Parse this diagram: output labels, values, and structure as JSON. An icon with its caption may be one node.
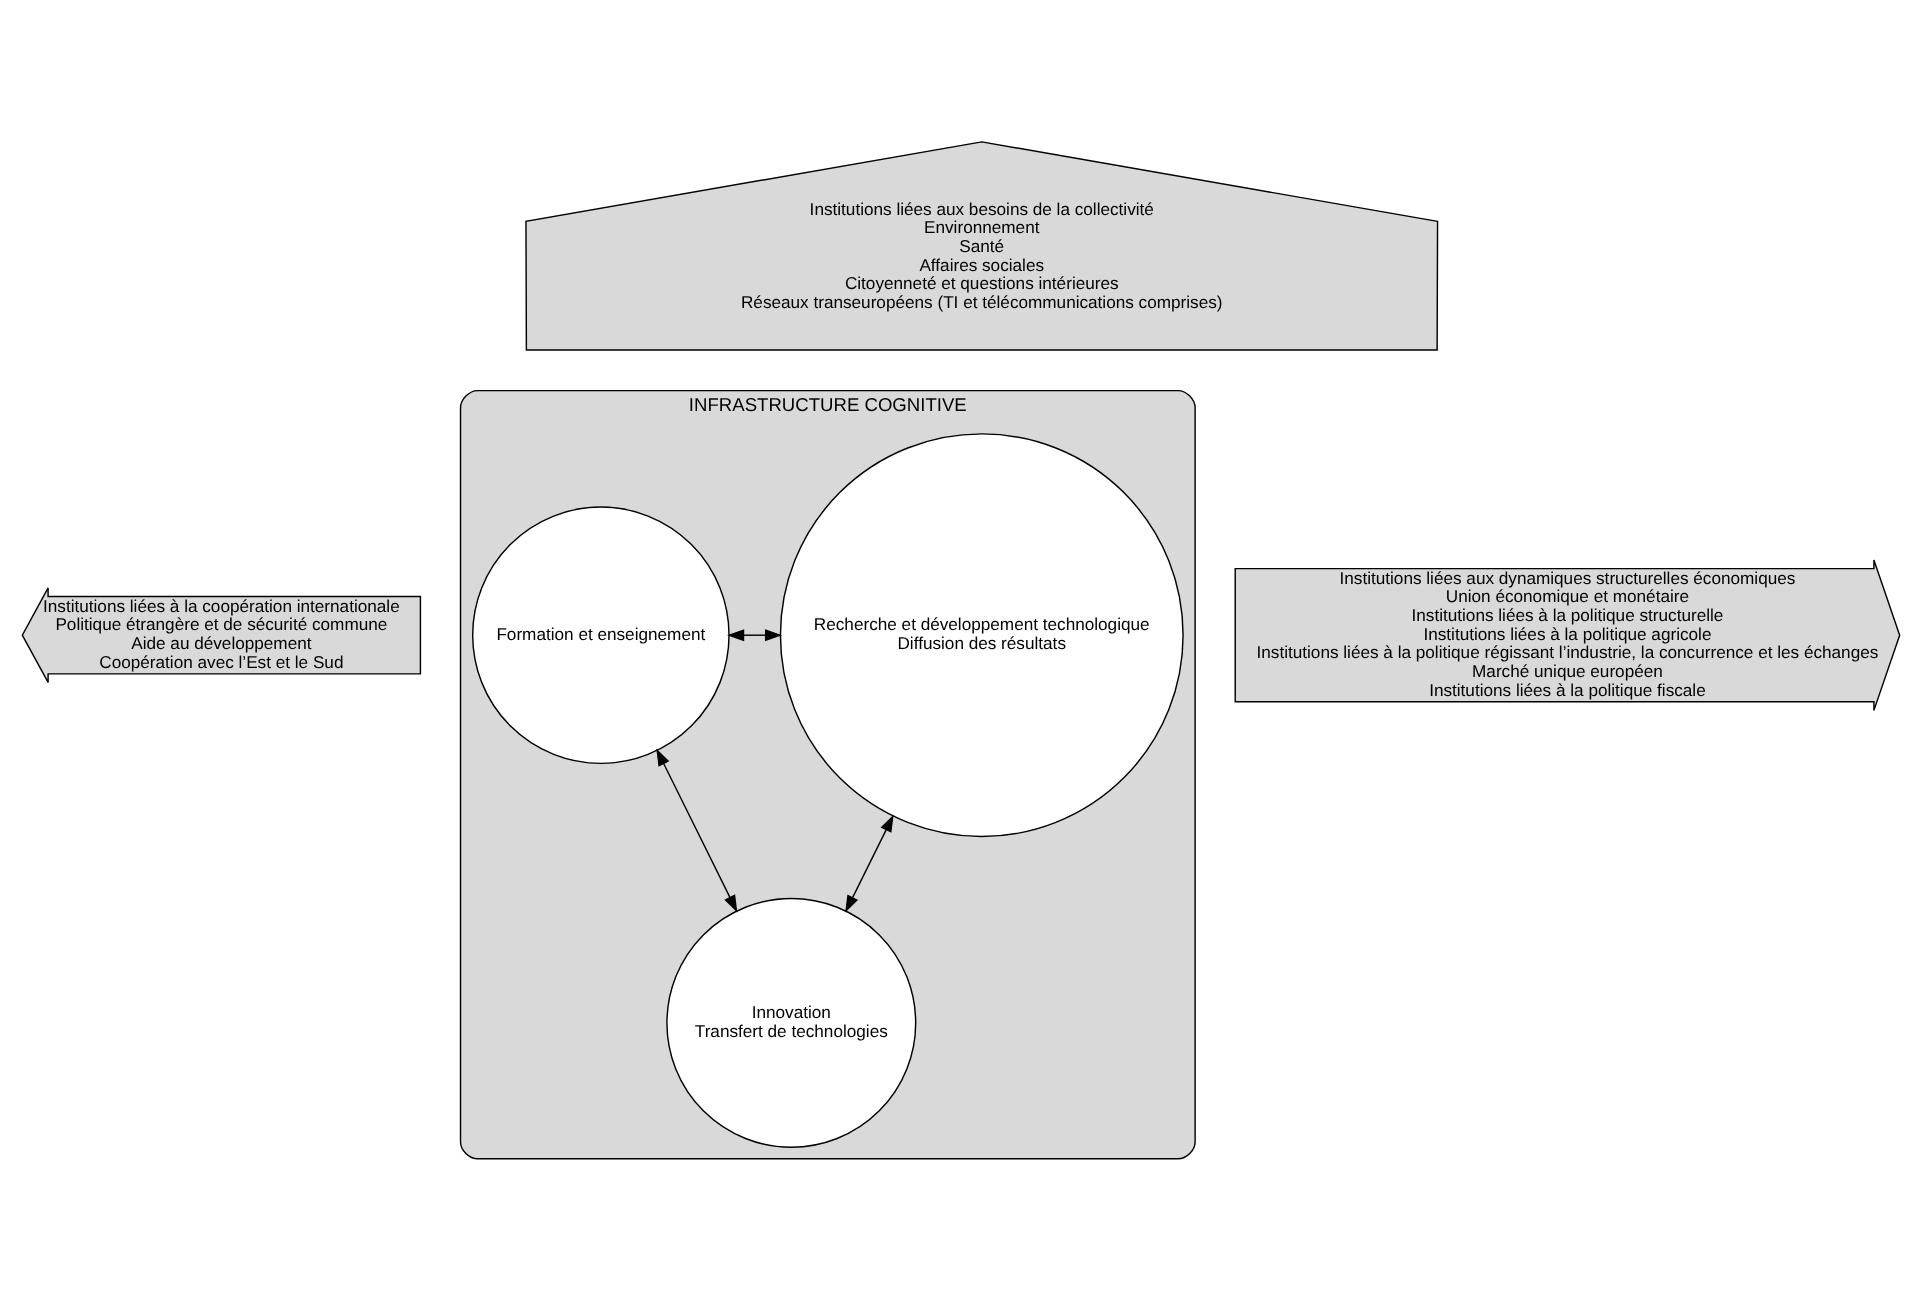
{
  "diagram": {
    "nodes": [
      {
        "text": [
          "Institutions liées aux besoins de la collectivité",
          "Environnement",
          "Santé",
          "Affaires sociales",
          "Citoyenneté et questions intérieures",
          "Réseaux transeuropéens (TI et télécommunications comprises)"
        ]
      },
      {
        "text": [
          "Institutions liées à la coopération internationale",
          "Politique étrangère et de sécurité commune",
          "Aide au développement",
          "Coopération avec l’Est et le Sud"
        ]
      },
      {
        "text": [
          "INFRASTRUCTURE COGNITIVE"
        ]
      },
      {
        "text": [
          "Recherche et développement technologique",
          "Diffusion des résultats"
        ],
        "in": 2
      },
      {
        "text": [
          "Formation et enseignement"
        ],
        "in": 2
      },
      {
        "text": [
          "Innovation",
          "Transfert de technologies"
        ],
        "in": 2
      },
      {
        "text": [
          "Institutions liées aux dynamiques structurelles économiques",
          "Union économique et monétaire",
          "Institutions liées à la politique structurelle",
          "Institutions liées à la politique agricole",
          "Institutions liées à la politique régissant l’industrie, la concurrence et les échanges",
          "Marché unique européen",
          "Institutions liées à la politique fiscale"
        ]
      }
    ],
    "edges": [
      {
        "from": 3,
        "to": 4,
        "arrow": "both"
      },
      {
        "from": 3,
        "to": 5,
        "arrow": "both"
      },
      {
        "from": 4,
        "to": 5,
        "arrow": "both"
      }
    ]
  }
}
